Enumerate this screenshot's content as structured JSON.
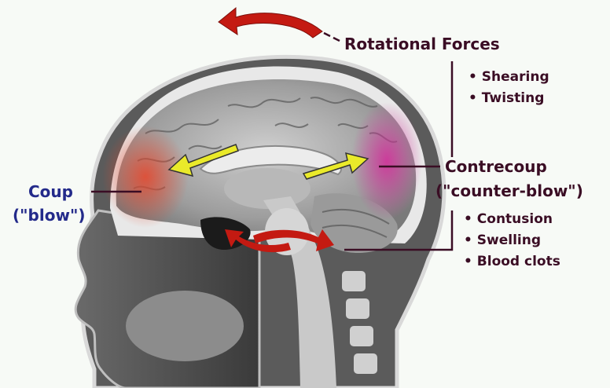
{
  "labels": {
    "rotational_forces": "Rotational Forces",
    "contrecoup": "Contrecoup",
    "counter_blow": "(\"counter-blow\")",
    "coup": "Coup",
    "blow": "(\"blow\")"
  },
  "rotational_effects": [
    "• Shearing",
    "• Twisting"
  ],
  "contrecoup_effects": [
    "• Contusion",
    "• Swelling",
    "• Blood clots"
  ],
  "colors": {
    "background": "#f7faf6",
    "coup_label": "#232a8a",
    "heading_label": "#3a0d24",
    "leader_line": "#3a0d24",
    "impact_arrow": "#eaea2a",
    "rotation_arrow": "#c41a12",
    "coup_injury": "#e8452a",
    "contrecoup_injury": "#d42a9a"
  }
}
